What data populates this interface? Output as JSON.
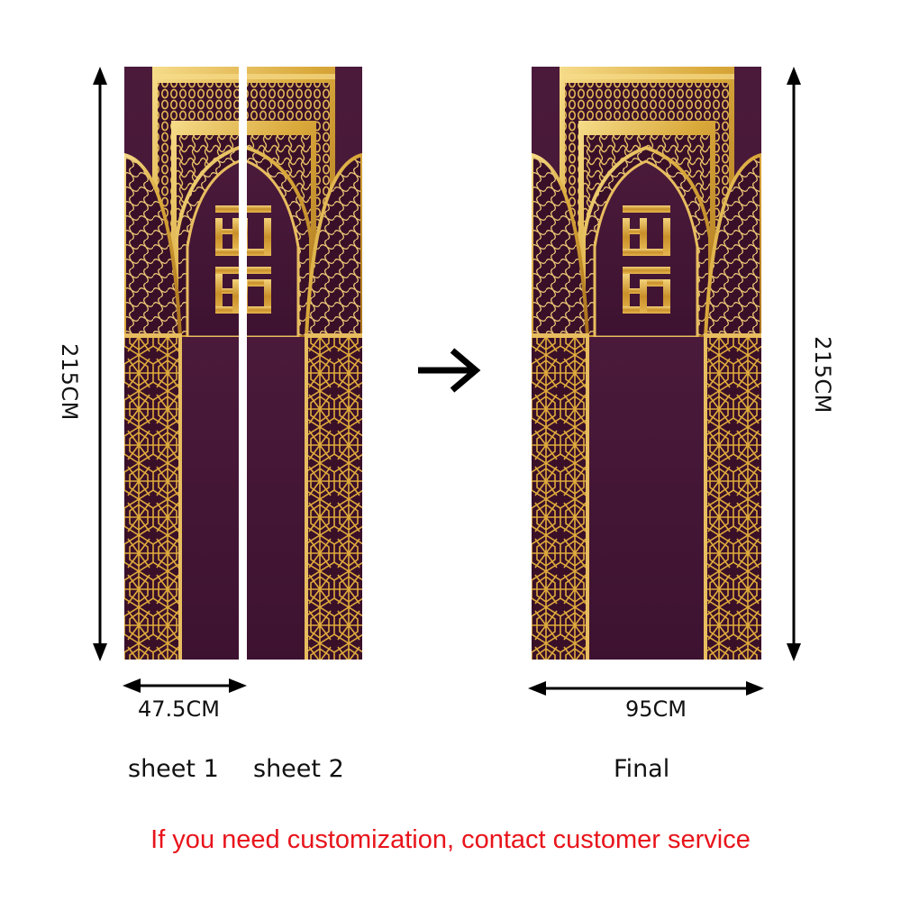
{
  "dimensions": {
    "height_left": "215CM",
    "height_right": "215CM",
    "sheet_width": "47.5CM",
    "final_width": "95CM"
  },
  "captions": {
    "sheet1": "sheet 1",
    "sheet2": "sheet 2",
    "final": "Final"
  },
  "notice": {
    "text": "If you need customization, contact customer service",
    "color": "#e8141b"
  },
  "icons": {
    "transform_arrow": "arrow-right-icon",
    "height_arrow": "double-arrow-vertical-icon",
    "width_arrow": "double-arrow-horizontal-icon"
  },
  "colors": {
    "purple": "#4a1838",
    "purple_dark": "#3a1029",
    "gold": "#d9a83a",
    "gold_light": "#f3d27a",
    "gold_dark": "#a9711c"
  }
}
